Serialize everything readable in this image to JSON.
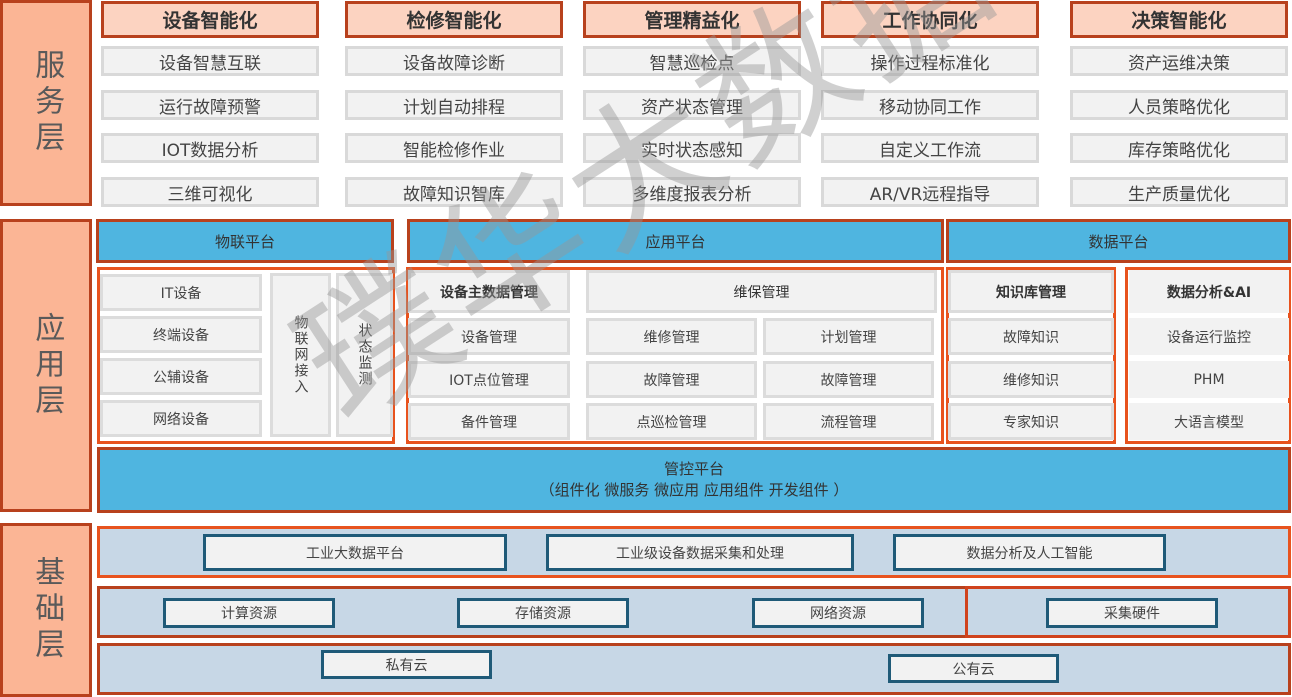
{
  "layers": [
    "服务层",
    "应用层",
    "基础层"
  ],
  "service": {
    "columns": [
      {
        "title": "设备智能化",
        "items": [
          "设备智慧互联",
          "运行故障预警",
          "IOT数据分析",
          "三维可视化"
        ]
      },
      {
        "title": "检修智能化",
        "items": [
          "设备故障诊断",
          "计划自动排程",
          "智能检修作业",
          "故障知识智库"
        ]
      },
      {
        "title": "管理精益化",
        "items": [
          "智慧巡检点",
          "资产状态管理",
          "实时状态感知",
          "多维度报表分析"
        ]
      },
      {
        "title": "工作协同化",
        "items": [
          "操作过程标准化",
          "移动协同工作",
          "自定义工作流",
          "AR/VR远程指导"
        ]
      },
      {
        "title": "决策智能化",
        "items": [
          "资产运维决策",
          "人员策略优化",
          "库存策略优化",
          "生产质量优化"
        ]
      }
    ]
  },
  "application": {
    "platforms": [
      "物联平台",
      "应用平台",
      "数据平台"
    ],
    "iot": {
      "devices": [
        "IT设备",
        "终端设备",
        "公辅设备",
        "网络设备"
      ],
      "vertical": [
        "物联网接入",
        "状态监测"
      ]
    },
    "master_data": {
      "title": "设备主数据管理",
      "items": [
        "设备管理",
        "IOT点位管理",
        "备件管理"
      ]
    },
    "maintenance": {
      "title": "维保管理",
      "items": [
        "维修管理",
        "计划管理",
        "故障管理",
        "故障管理",
        "点巡检管理",
        "流程管理"
      ]
    },
    "knowledge": {
      "title": "知识库管理",
      "items": [
        "故障知识",
        "维修知识",
        "专家知识"
      ]
    },
    "analytics": {
      "title": "数据分析&AI",
      "items": [
        "设备运行监控",
        "PHM",
        "大语言模型"
      ]
    },
    "control": {
      "title": "管控平台",
      "subtitle": "（组件化  微服务  微应用  应用组件  开发组件  ）"
    }
  },
  "base": {
    "row1": [
      "工业大数据平台",
      "工业级设备数据采集和处理",
      "数据分析及人工智能"
    ],
    "row2": [
      "计算资源",
      "存储资源",
      "网络资源",
      "采集硬件"
    ],
    "row3": [
      "私有云",
      "公有云"
    ]
  },
  "watermark": "璞华大数据",
  "colors": {
    "layer_fill": "#fbb595",
    "border": "#b8411d",
    "platform": "#4fb5e0",
    "base_band": "#c7d7e6",
    "base_border": "#1f5a78"
  }
}
